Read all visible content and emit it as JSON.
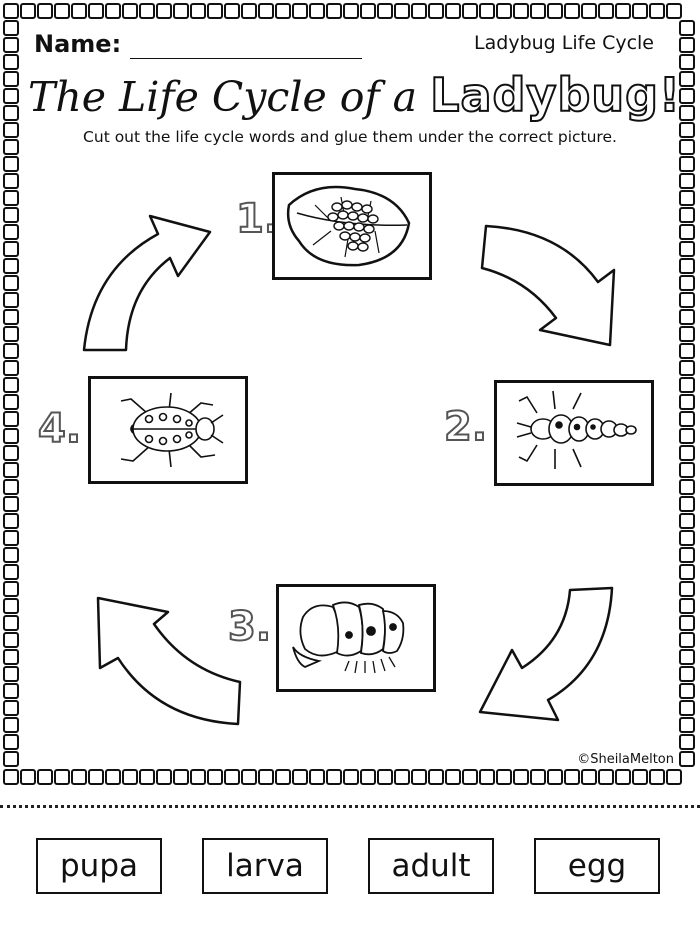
{
  "header": {
    "name_label": "Name:",
    "sheet_label": "Ladybug Life Cycle"
  },
  "title": {
    "main": "The Life Cycle of a ",
    "emphasis": "Ladybug!"
  },
  "instructions": "Cut out the life cycle words and glue them under the correct picture.",
  "stages": [
    {
      "number": "1.",
      "picture": "ladybug-eggs-on-leaf"
    },
    {
      "number": "2.",
      "picture": "ladybug-larva"
    },
    {
      "number": "3.",
      "picture": "ladybug-pupa"
    },
    {
      "number": "4.",
      "picture": "adult-ladybug"
    }
  ],
  "copyright": "©SheilaMelton",
  "cutout_words": [
    "pupa",
    "larva",
    "adult",
    "egg"
  ],
  "colors": {
    "ink": "#111111",
    "paper": "#ffffff",
    "number_outline": "#555555"
  }
}
